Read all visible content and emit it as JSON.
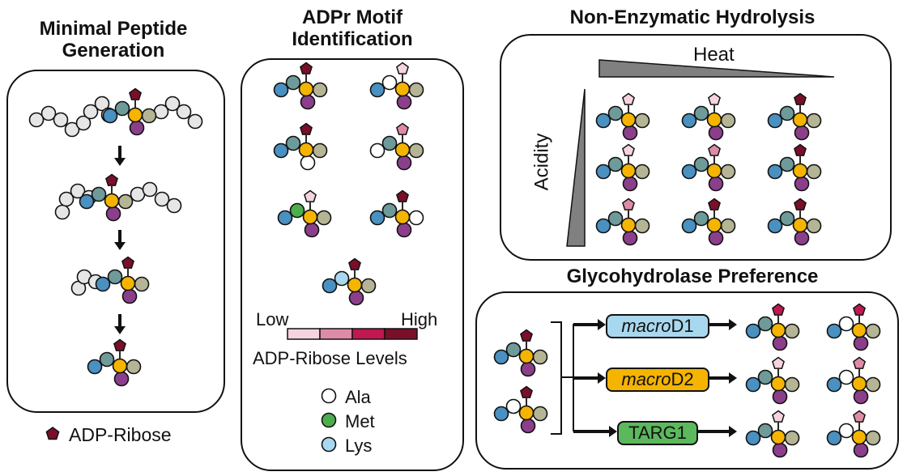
{
  "sections": {
    "minimal": {
      "title_line1": "Minimal Peptide",
      "title_line2": "Generation"
    },
    "motif": {
      "title_line1": "ADPr Motif",
      "title_line2": "Identification"
    },
    "hydrolysis": {
      "title": "Non-Enzymatic Hydrolysis",
      "heat_label": "Heat",
      "acidity_label": "Acidity"
    },
    "glyco": {
      "title": "Glycohydrolase Preference",
      "enzymes": [
        {
          "prefix": "macro",
          "suffix": "D1",
          "color": "#a8d8ef"
        },
        {
          "prefix": "macro",
          "suffix": "D2",
          "color": "#f5b400"
        },
        {
          "prefix": "",
          "suffix": "TARG1",
          "color": "#5cb85c"
        }
      ]
    }
  },
  "legend": {
    "adpr_label": "ADP-Ribose",
    "scale_low": "Low",
    "scale_high": "High",
    "scale_caption": "ADP-Ribose Levels",
    "scale_colors": [
      "#f5d3df",
      "#de8ca6",
      "#c01850",
      "#7a0f2a"
    ],
    "residues": [
      {
        "name": "Ala",
        "color": "#ffffff"
      },
      {
        "name": "Met",
        "color": "#4cae4c"
      },
      {
        "name": "Lys",
        "color": "#a8d8ef"
      }
    ]
  },
  "colors": {
    "blue": "#4a90c0",
    "teal": "#6f9a9a",
    "yellow": "#f5b400",
    "purple": "#8b3f8b",
    "tan": "#b5b596",
    "grey": "#e6e6e6",
    "white": "#ffffff",
    "green": "#4cae4c",
    "lightblue": "#a8d8ef",
    "adpr_dark": "#7a0f2a",
    "adpr_med": "#c01850",
    "adpr_pink": "#de8ca6",
    "adpr_light": "#f5d3df"
  }
}
